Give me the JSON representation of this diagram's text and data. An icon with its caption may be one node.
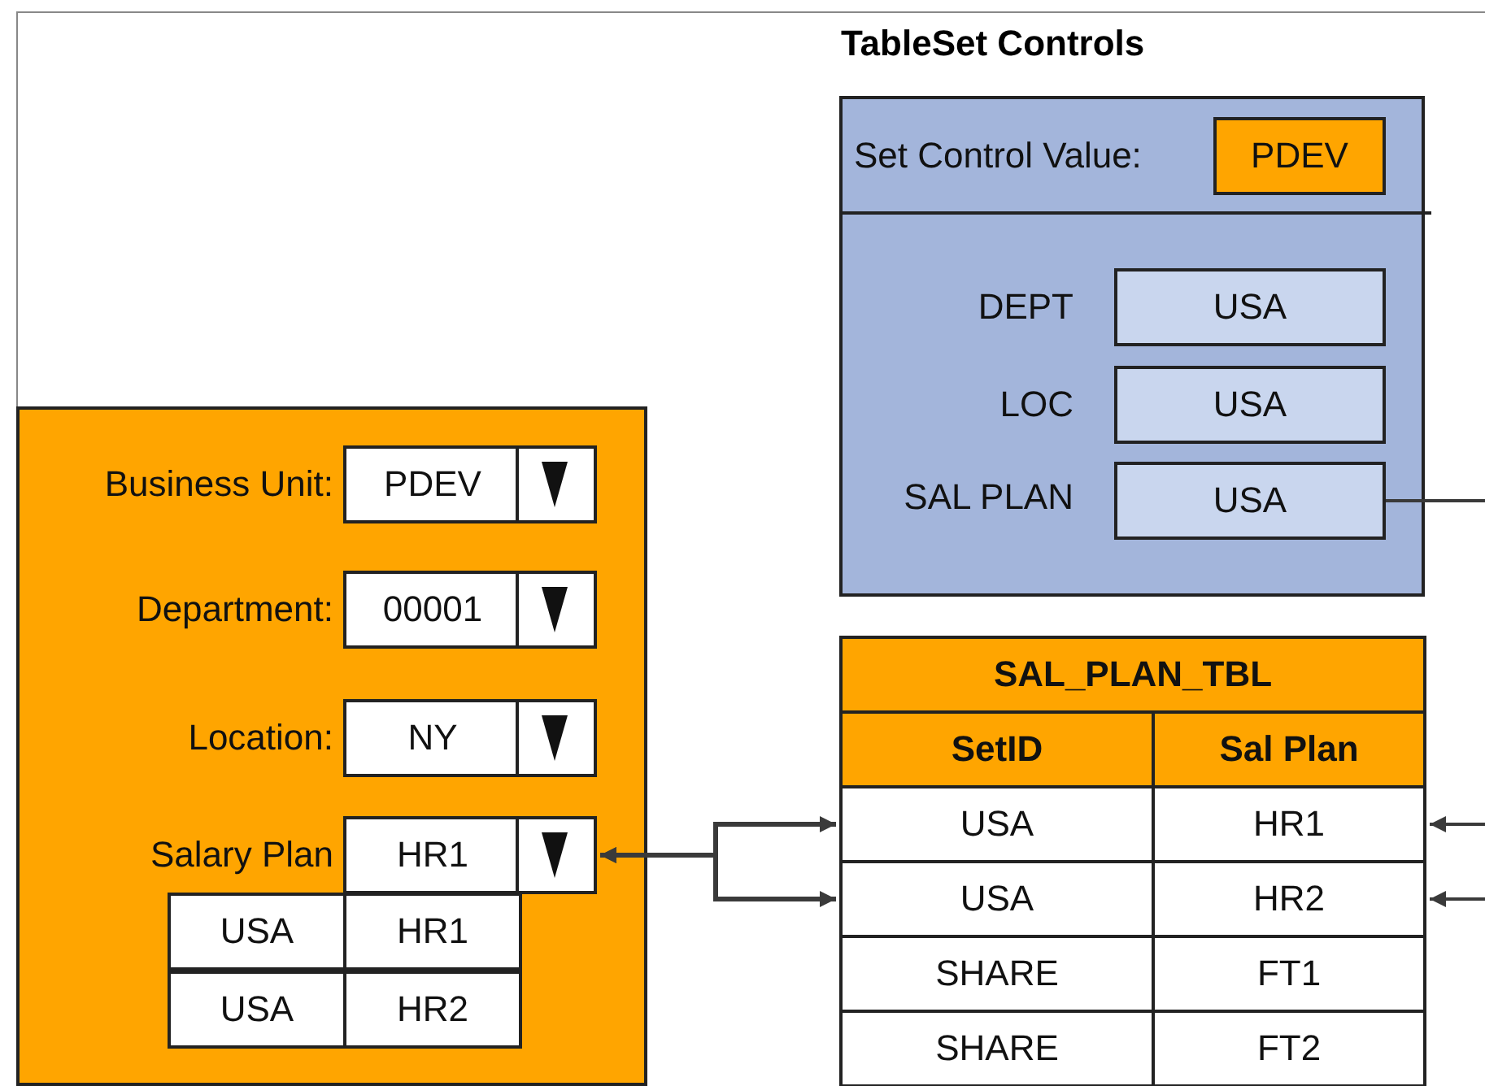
{
  "diagram": {
    "title": "TableSet Controls",
    "nodes": [
      {
        "text": [],
        "shape": "box"
      },
      {
        "text": [
          "PDEV"
        ],
        "beside": [
          "Business Unit:"
        ],
        "in": 0
      },
      {
        "text": [
          "00001"
        ],
        "beside": [
          "Department:"
        ],
        "in": 0
      },
      {
        "text": [
          "NY"
        ],
        "beside": [
          "Location:"
        ],
        "in": 0
      },
      {
        "text": [
          "HR1"
        ],
        "beside": [
          "Salary Plan"
        ],
        "in": 0
      },
      {
        "text": [
          "USA"
        ],
        "in": 0
      },
      {
        "text": [
          "HR1"
        ],
        "in": 0
      },
      {
        "text": [
          "USA"
        ],
        "in": 0
      },
      {
        "text": [
          "HR2"
        ],
        "in": 0
      },
      {
        "text": [],
        "shape": "box"
      },
      {
        "text": [
          "PDEV"
        ],
        "beside": [
          "Set Control Value:"
        ],
        "in": 9
      },
      {
        "text": [
          "USA"
        ],
        "beside": [
          "DEPT"
        ],
        "in": 9
      },
      {
        "text": [
          "USA"
        ],
        "beside": [
          "LOC"
        ],
        "in": 9
      },
      {
        "text": [
          "USA"
        ],
        "beside": [
          "SAL PLAN"
        ],
        "in": 9
      },
      {
        "text": [
          "SAL_PLAN_TBL"
        ]
      },
      {
        "text": [
          "SetID"
        ]
      },
      {
        "text": [
          "Sal Plan"
        ]
      },
      {
        "text": [
          "USA"
        ]
      },
      {
        "text": [
          "HR1"
        ]
      },
      {
        "text": [
          "USA"
        ]
      },
      {
        "text": [
          "HR2"
        ]
      },
      {
        "text": [
          "SHARE"
        ]
      },
      {
        "text": [
          "FT1"
        ]
      },
      {
        "text": [
          "SHARE"
        ]
      },
      {
        "text": [
          "FT2"
        ]
      }
    ],
    "edges": [
      {
        "from": 4,
        "to": 17,
        "arrow": "both"
      },
      {
        "from": 4,
        "to": 19,
        "arrow": "both"
      },
      {
        "from": 13,
        "to": null,
        "arrow": "none"
      },
      {
        "from": null,
        "to": 18,
        "arrow": "to"
      },
      {
        "from": null,
        "to": 20,
        "arrow": "to"
      }
    ]
  }
}
